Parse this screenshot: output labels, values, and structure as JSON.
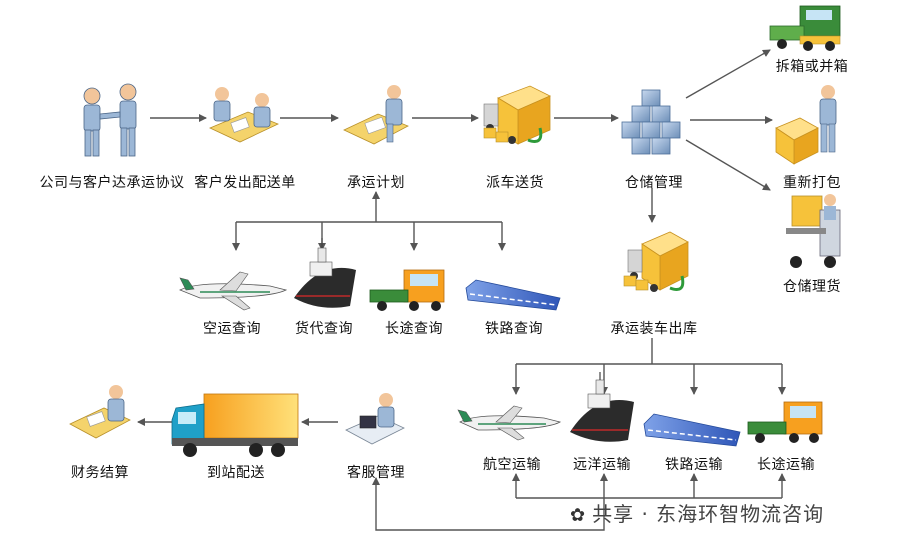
{
  "nodes": {
    "agreement": "公司与客户达承运协议",
    "order": "客户发出配送单",
    "plan": "承运计划",
    "dispatch": "派车送货",
    "warehouse": "仓储管理",
    "split_merge": "拆箱或并箱",
    "repack": "重新打包",
    "warehouse_sort": "仓储理货",
    "air_query": "空运查询",
    "freight_query": "货代查询",
    "long_query": "长途查询",
    "rail_query": "铁路查询",
    "load_out": "承运装车出库",
    "air_transport": "航空运输",
    "ocean_transport": "远洋运输",
    "rail_transport": "铁路运输",
    "long_transport": "长途运输",
    "customer_service": "客服管理",
    "delivery": "到站配送",
    "finance": "财务结算"
  },
  "watermark": "共享 · 东海环智物流咨询",
  "colors": {
    "line": "#555555",
    "box": "#f6c23a",
    "truck_cab": "#3a8c3a",
    "ship": "#2b2b2b",
    "train": "#3f66c4",
    "person": "#9cb7d6"
  }
}
